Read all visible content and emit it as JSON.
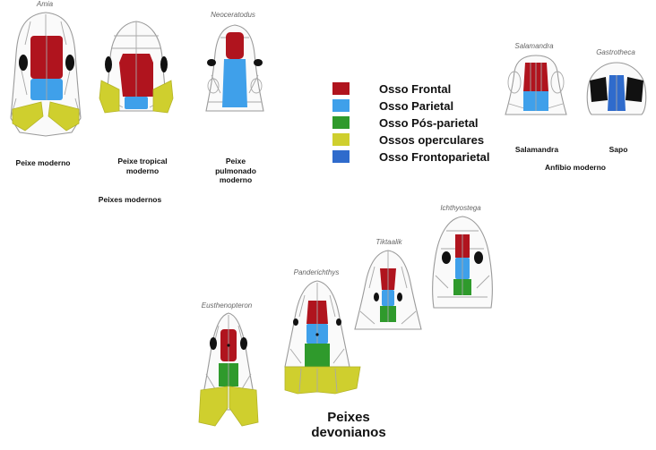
{
  "colors": {
    "frontal": "#b0141e",
    "parietal": "#3fa0ea",
    "postparietal": "#2f9a2c",
    "opercular": "#cfcf2e",
    "frontoparietal": "#2f6bcc",
    "eye": "#111111"
  },
  "legend": [
    {
      "label": "Osso Frontal",
      "color": "#b0141e"
    },
    {
      "label": "Osso Parietal",
      "color": "#3fa0ea"
    },
    {
      "label": "Osso Pós-parietal",
      "color": "#2f9a2c"
    },
    {
      "label": "Ossos operculares",
      "color": "#cfcf2e"
    },
    {
      "label": "Osso Frontoparietal",
      "color": "#2f6bcc"
    }
  ],
  "species": {
    "amia": "Amia",
    "neoceratodus": "Neoceratodus",
    "salamandra": "Salamandra",
    "gastrotheca": "Gastrotheca",
    "eusthenopteron": "Eusthenopteron",
    "panderichthys": "Panderichthys",
    "tiktaalik": "Tiktaalik",
    "ichthyostega": "Ichthyostega"
  },
  "captions": {
    "peixe_moderno": "Peixe moderno",
    "peixe_tropical": [
      "Peixe tropical",
      "moderno"
    ],
    "peixe_pulmonado": [
      "Peixe",
      "pulmonado",
      "moderno"
    ],
    "peixes_modernos": "Peixes modernos",
    "salamandra": "Salamandra",
    "sapo": "Sapo",
    "anfibio_moderno": "Anfíbio moderno",
    "peixes_devonianos": [
      "Peixes",
      "devonianos"
    ]
  }
}
